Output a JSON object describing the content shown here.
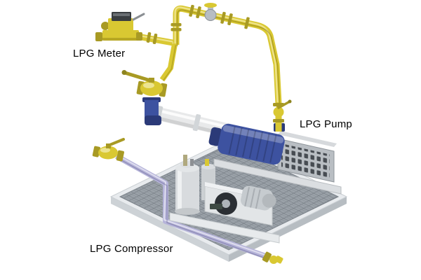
{
  "labels": {
    "meter": "LPG Meter",
    "pump": "LPG Pump",
    "compressor": "LPG Compressor"
  },
  "colors": {
    "background": "#ffffff",
    "pipe_yellow": "#d9c832",
    "pipe_yellow_dark": "#a89a24",
    "pump_blue": "#3d52a0",
    "pump_blue_dark": "#2b3a78",
    "pipe_lavender": "#b6b4da",
    "platform_gray": "#9aa1a8",
    "vent_gray": "#b9bec3",
    "metal_light": "#dfe3e6"
  }
}
